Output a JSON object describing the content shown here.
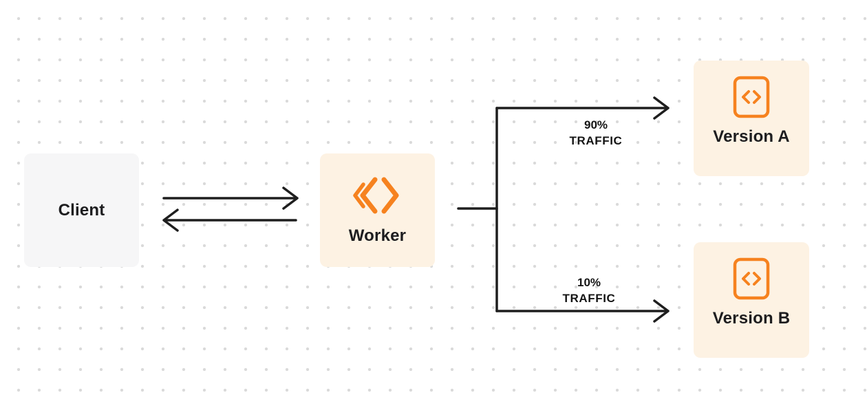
{
  "diagram": {
    "type": "flow-diagram",
    "nodes": {
      "client": {
        "label": "Client"
      },
      "worker": {
        "label": "Worker"
      },
      "version_a": {
        "label": "Version A"
      },
      "version_b": {
        "label": "Version B"
      }
    },
    "edges": {
      "client_worker": {
        "style": "bidirectional-arrows"
      },
      "worker_version_a": {
        "percent": "90%",
        "caption": "TRAFFIC"
      },
      "worker_version_b": {
        "percent": "10%",
        "caption": "TRAFFIC"
      }
    },
    "icons": {
      "worker": "workers-chevrons-icon",
      "version_a": "code-box-icon",
      "version_b": "code-box-icon"
    },
    "colors": {
      "orange": "#F6821F",
      "cream_node": "#FDF2E3",
      "gray_node": "#F6F6F7",
      "line": "#1E1E1E",
      "text": "#1D1D1F",
      "dot_grid": "#DADADA",
      "background": "#FFFFFF"
    }
  }
}
